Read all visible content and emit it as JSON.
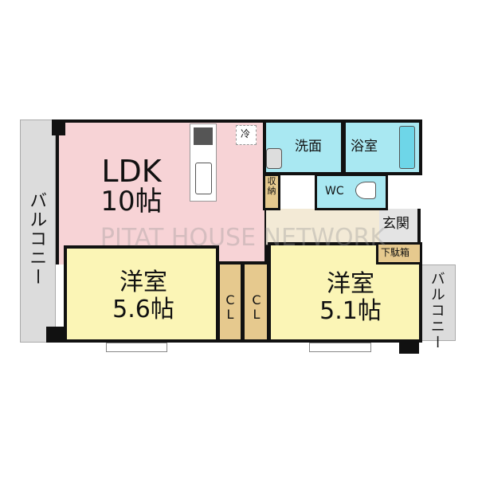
{
  "rooms": {
    "ldk": {
      "name": "LDK",
      "size": "10帖"
    },
    "western1": {
      "name": "洋室",
      "size": "5.6帖"
    },
    "western2": {
      "name": "洋室",
      "size": "5.1帖"
    },
    "closet1": "CL",
    "closet2": "CL",
    "washroom": "洗面",
    "bathroom": "浴室",
    "toilet": "WC",
    "storage": "収納",
    "entrance": "玄関",
    "shoe_box": "下駄箱",
    "fridge": "冷",
    "balcony_left": "バルコニー",
    "balcony_right": "バルコニー"
  },
  "watermark": "PITAT HOUSE NETWORK",
  "colors": {
    "ldk": "#f7d3d6",
    "western": "#fbf5b6",
    "wet": "#a9e8f2",
    "closet": "#e6c98e",
    "balcony": "#dcdcdc"
  }
}
